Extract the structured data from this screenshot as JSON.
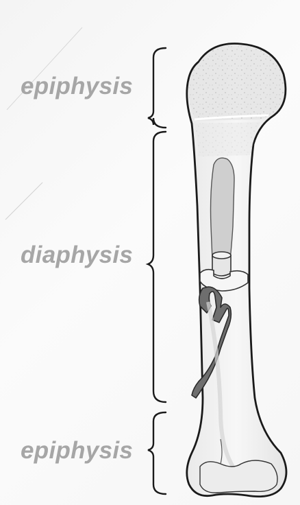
{
  "labels": {
    "top": "epiphysis",
    "middle": "diaphysis",
    "bottom": "epiphysis"
  },
  "colors": {
    "label": "#a6a6a6",
    "outline": "#1a1a1a",
    "bone_fill": "#efefef",
    "spongy_bone": "#e2e2e2",
    "marrow_cavity": "#cfcfcf",
    "blood_vessel": "#6e6e6e"
  }
}
